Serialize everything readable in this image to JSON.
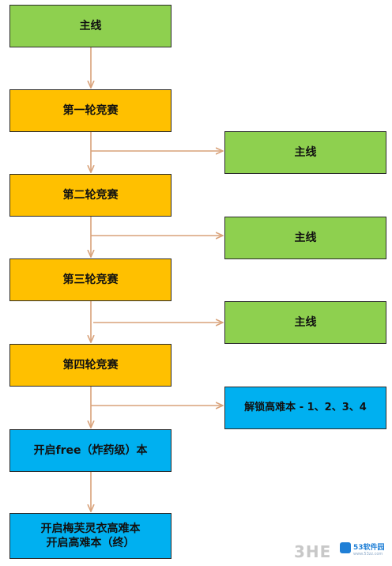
{
  "nodes": {
    "main_top": "主线",
    "round1": "第一轮竞赛",
    "round2": "第二轮竞赛",
    "round3": "第三轮竞赛",
    "round4": "第四轮竞赛",
    "side1": "主线",
    "side2": "主线",
    "side3": "主线",
    "unlock": "解锁高难本 - 1、2、3、4",
    "free": "开启free（炸药级）本",
    "final": "开启梅芙灵衣高难本\n开启高难本（终）"
  },
  "watermark": {
    "left": "3HE",
    "logo_text": "53软件园",
    "logo_sub": "www.53zz.com"
  },
  "colors": {
    "green": "#8ed04f",
    "orange": "#ffc000",
    "blue": "#00b0f0",
    "arrow": "#d9a27a"
  }
}
